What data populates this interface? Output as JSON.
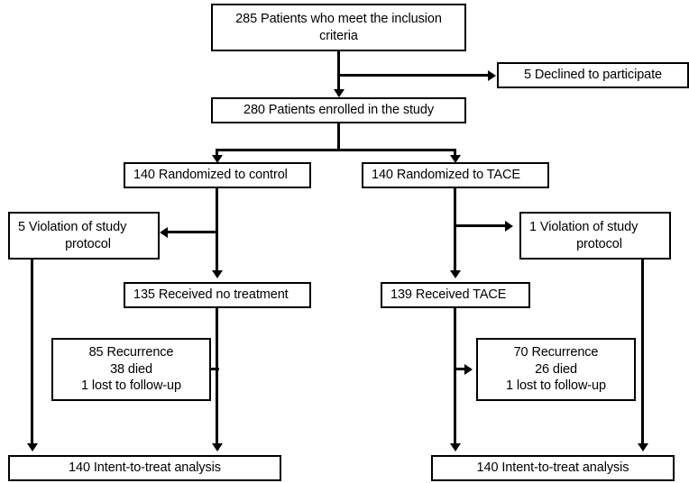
{
  "diagram": {
    "type": "consort-flow-diagram",
    "title": "",
    "colors": {
      "line": "#000000",
      "box_fill": "#ffffff",
      "text": "#000000"
    },
    "nodes": [
      {
        "id": "inclusion",
        "count": "285",
        "lines": [
          "285 Patients who meet the inclusion",
          "criteria"
        ],
        "line1": "285 Patients who meet the inclusion",
        "line2": "criteria"
      },
      {
        "id": "declined",
        "count": "5",
        "lines": [
          "5  Declined to participate"
        ],
        "line1": "5  Declined to participate"
      },
      {
        "id": "enrolled",
        "count": "280",
        "lines": [
          "280 Patients enrolled in the study"
        ],
        "line1": "280 Patients enrolled in the study"
      },
      {
        "id": "randomized-control",
        "count": "140",
        "lines": [
          "140 Randomized to control"
        ],
        "line1": "140 Randomized to control"
      },
      {
        "id": "randomized-tace",
        "count": "140",
        "lines": [
          "140 Randomized to TACE"
        ],
        "line1": "140 Randomized to TACE"
      },
      {
        "id": "violation-control",
        "count": "5",
        "lines": [
          "5 Violation of study",
          "protocol"
        ],
        "line1": "5 Violation of study",
        "line2": "protocol"
      },
      {
        "id": "violation-tace",
        "count": "1",
        "lines": [
          "1 Violation of study",
          "protocol"
        ],
        "line1": "1 Violation of study",
        "line2": "protocol"
      },
      {
        "id": "received-no-treatment",
        "count": "135",
        "lines": [
          "135 Received no treatment"
        ],
        "line1": "135 Received no treatment"
      },
      {
        "id": "received-tace",
        "count": "139",
        "lines": [
          "139 Received TACE"
        ],
        "line1": "139 Received TACE"
      },
      {
        "id": "outcomes-control",
        "lines": [
          "85 Recurrence",
          "38 died",
          "1 lost to follow-up"
        ],
        "line1": "85 Recurrence",
        "line2": "38 died",
        "line3": "1 lost to follow-up"
      },
      {
        "id": "outcomes-tace",
        "lines": [
          "70 Recurrence",
          "26 died",
          "1 lost to follow-up"
        ],
        "line1": "70 Recurrence",
        "line2": "26 died",
        "line3": "1 lost to follow-up"
      },
      {
        "id": "itt-control",
        "count": "140",
        "lines": [
          "140 Intent-to-treat analysis"
        ],
        "line1": "140 Intent-to-treat analysis"
      },
      {
        "id": "itt-tace",
        "count": "140",
        "lines": [
          "140 Intent-to-treat analysis"
        ],
        "line1": "140 Intent-to-treat analysis"
      }
    ]
  }
}
